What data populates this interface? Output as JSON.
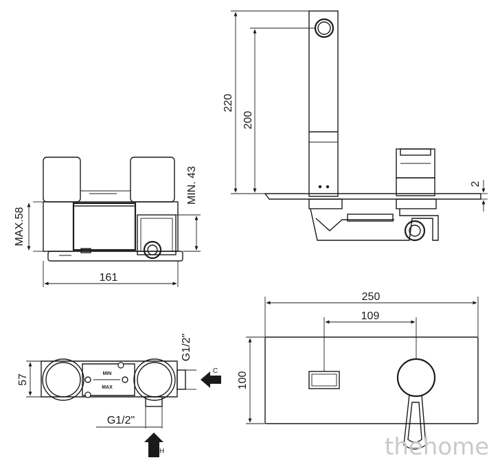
{
  "front_view": {
    "height_label": "MAX.58",
    "depth_label": "MIN. 43",
    "width_label": "161"
  },
  "side_view": {
    "total_height_label": "220",
    "spout_height_label": "200",
    "plate_label": "2"
  },
  "top_view": {
    "depth_label": "57",
    "thread_side_label": "G1/2\"",
    "thread_bottom_label": "G1/2\"",
    "min_label": "MIN",
    "max_label": "MAX",
    "arrow_c_label": "C",
    "arrow_h_label": "H"
  },
  "plate_view": {
    "width_label": "250",
    "spacing_label": "109",
    "height_label": "100"
  },
  "watermark": {
    "text": "thehome"
  }
}
